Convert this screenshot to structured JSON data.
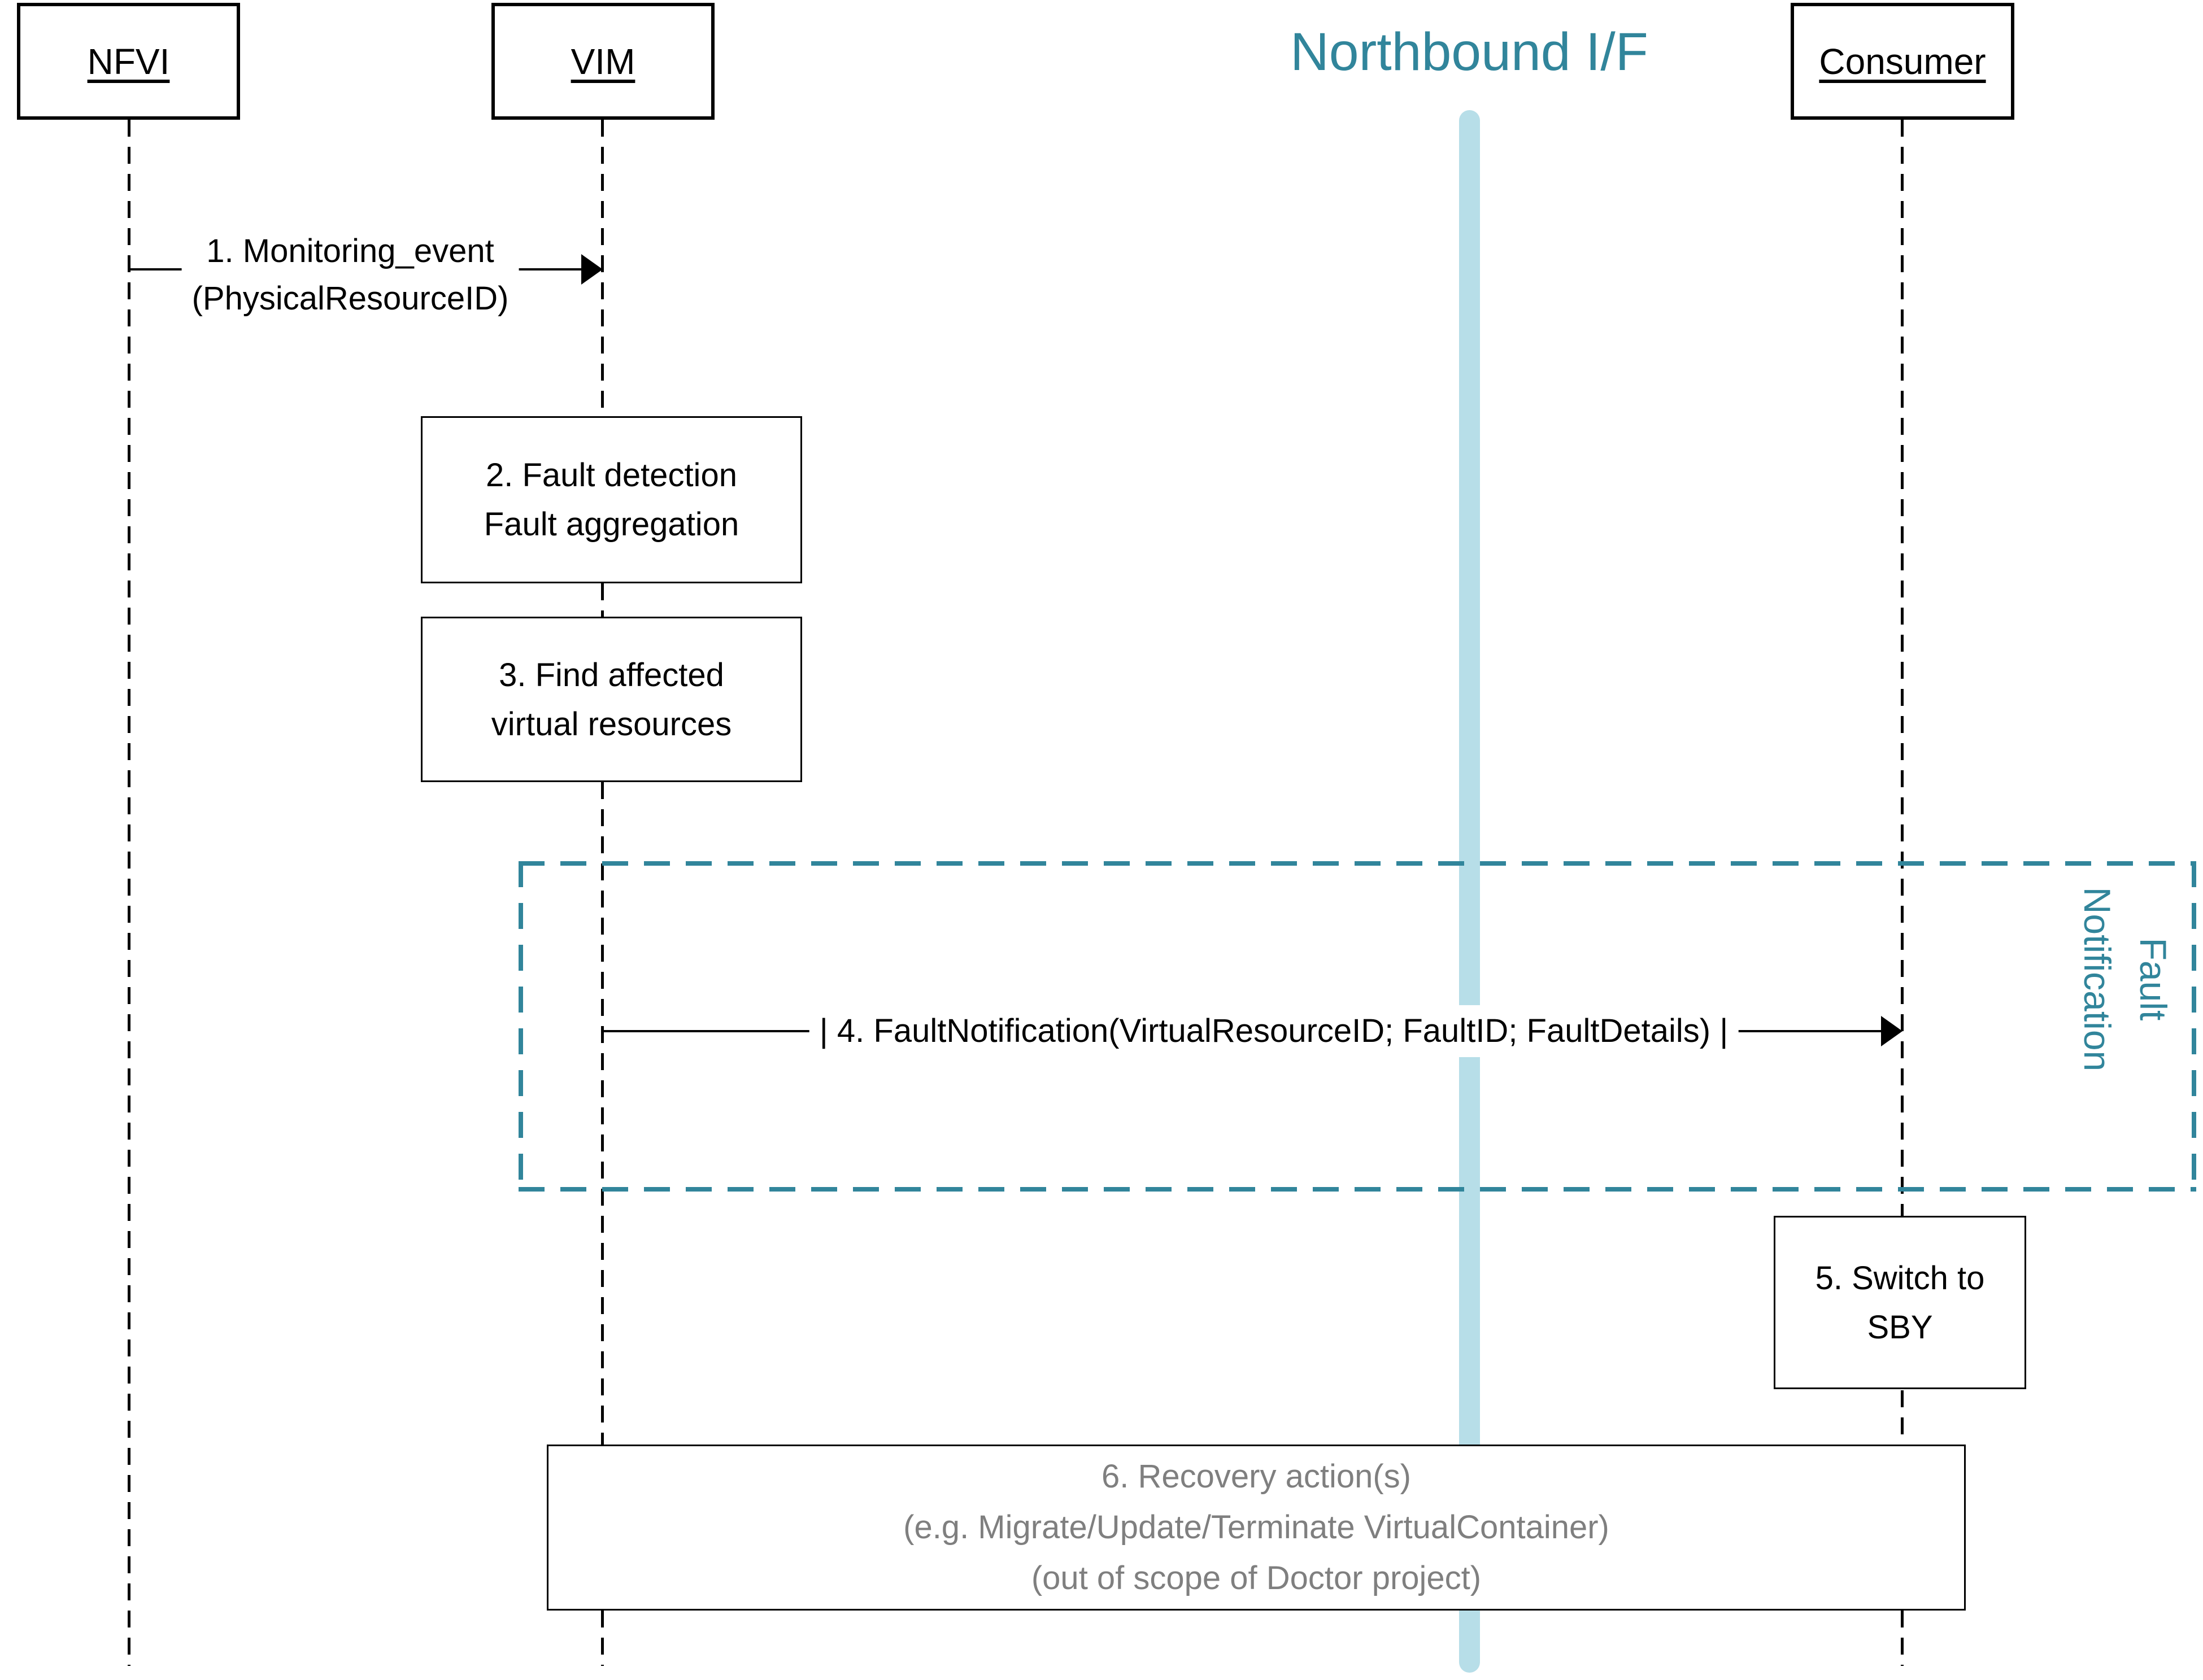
{
  "colors": {
    "teal": "#31859B",
    "light_blue": "#B7DEE8",
    "gray_text": "#7F7F7F",
    "black": "#000000"
  },
  "actors": [
    {
      "label": "NFVI"
    },
    {
      "label": "VIM"
    },
    {
      "label": "Consumer"
    }
  ],
  "northbound_label": "Northbound I/F",
  "messages": {
    "msg1": "1. Monitoring_event\n(PhysicalResourceID)",
    "msg4": "| 4. FaultNotification(VirtualResourceID; FaultID; FaultDetails) |"
  },
  "activities": {
    "fault_detection": "2. Fault detection\nFault aggregation",
    "find_affected": "3. Find affected\nvirtual resources",
    "switch_to_sby": "5. Switch to\nSBY",
    "recovery": "6. Recovery action(s)\n(e.g. Migrate/Update/Terminate VirtualContainer)\n(out of scope of Doctor project)"
  },
  "frame_label": "Fault\nNotification"
}
